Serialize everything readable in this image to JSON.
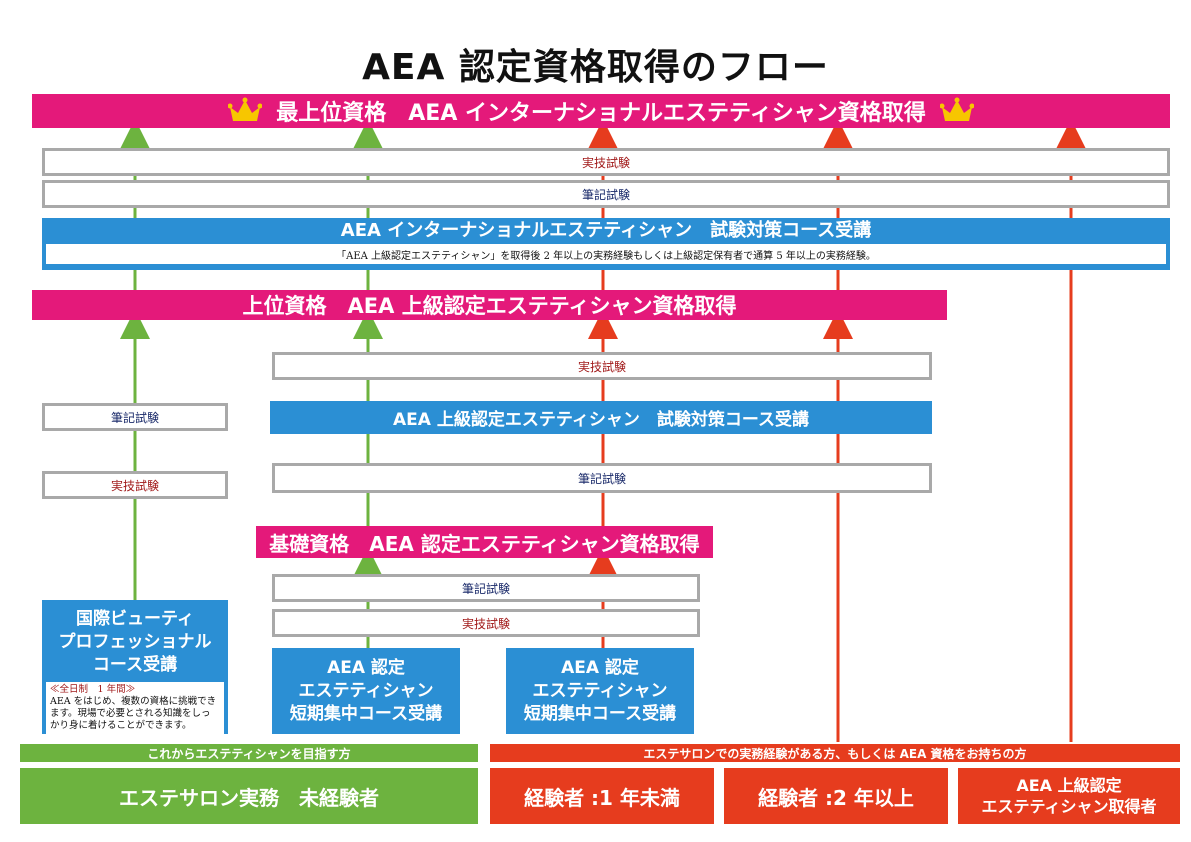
{
  "title": "AEA 認定資格取得のフロー",
  "top_qualification": "最上位資格　AEA インターナショナルエステティシャン資格取得",
  "upper_qualification": "上位資格　AEA 上級認定エステティシャン資格取得",
  "basic_qualification": "基礎資格　AEA 認定エステティシャン資格取得",
  "practical_exam": "実技試験",
  "written_exam": "筆記試験",
  "intl_course": "AEA インターナショナルエステティシャン　試験対策コース受講",
  "intl_course_note": "「AEA 上級認定エステティシャン」を取得後 2 年以上の実務経験もしくは上級認定保有者で通算 5 年以上の実務経験。",
  "upper_course": "AEA 上級認定エステティシャン　試験対策コース受講",
  "beauty_course": {
    "lines": [
      "国際ビューティ",
      "プロフェッショナル",
      "コース受講"
    ],
    "note_heading": "≪全日制　1 年間≫",
    "note_body": "AEA をはじめ、複数の資格に挑戦できます。現場で必要とされる知識をしっかり身に着けることができます。"
  },
  "short_course": {
    "lines": [
      "AEA 認定",
      "エステティシャン",
      "短期集中コース受講"
    ]
  },
  "category_new": "これからエステティシャンを目指す方",
  "category_experienced": "エステサロンでの実務経験がある方、もしくは AEA 資格をお持ちの方",
  "starts": {
    "none": "エステサロン実務　未経験者",
    "under1": "経験者 :1 年未満",
    "over2": "経験者 :2 年以上",
    "aea_upper_line1": "AEA 上級認定",
    "aea_upper_line2": "エステティシャン取得者"
  },
  "icons": [
    "crown-icon",
    "arrow-up-icon"
  ],
  "colors": {
    "pink": "#e4197a",
    "blue": "#2b8fd4",
    "green": "#6db33f",
    "red": "#e63c1e",
    "gray_border": "#a9a9a9"
  }
}
